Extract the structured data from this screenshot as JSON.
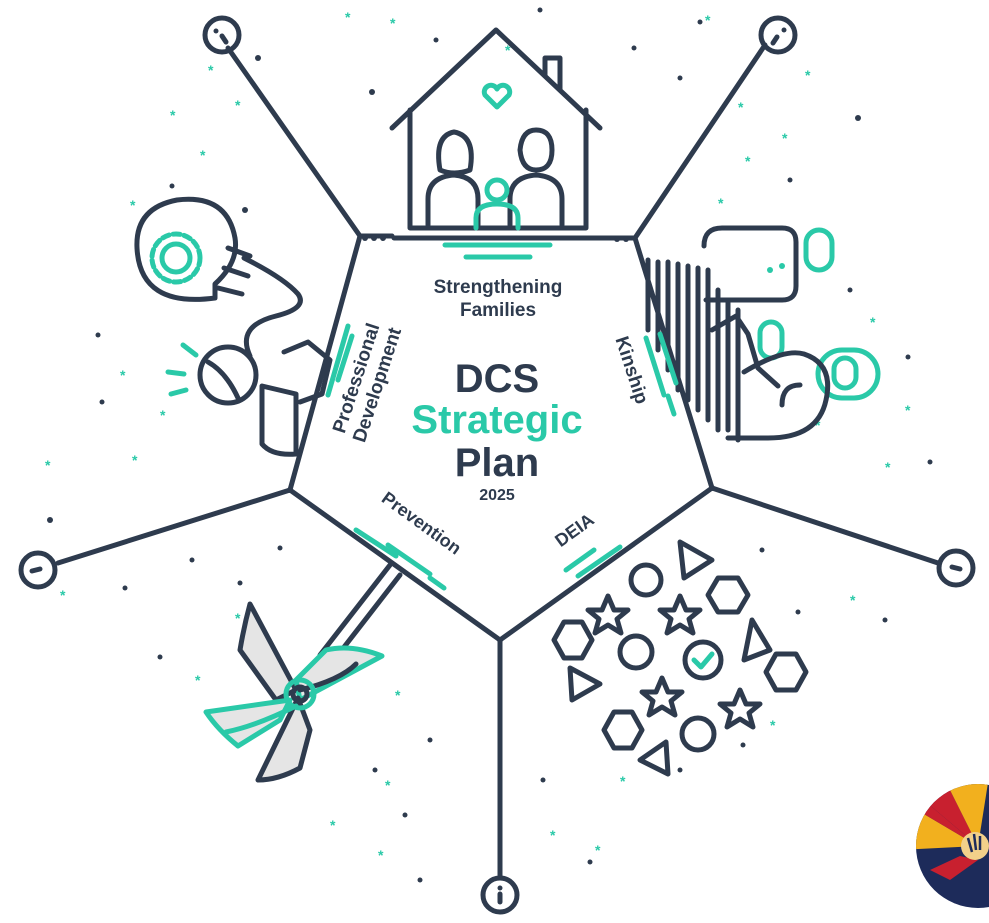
{
  "title": {
    "line1": "DCS",
    "line2": "Strategic",
    "line3": "Plan",
    "year": "2025"
  },
  "sections": {
    "top": "Strengthening",
    "top2": "Families",
    "left1": "Professional",
    "left2": "Development",
    "right": "Kinship",
    "bottom_left": "Prevention",
    "bottom_right": "DEIA"
  },
  "colors": {
    "dark": "#2e3b4e",
    "teal": "#2ac9a8",
    "logo_red": "#c8202f",
    "logo_yellow": "#f2b01e",
    "logo_navy": "#1d2b5a"
  },
  "icons": [
    "house-family-icon",
    "lightbulb-gear-icon",
    "kinship-hands-icon",
    "pinwheel-icon",
    "shapes-diversity-icon",
    "arizona-dcs-logo"
  ]
}
